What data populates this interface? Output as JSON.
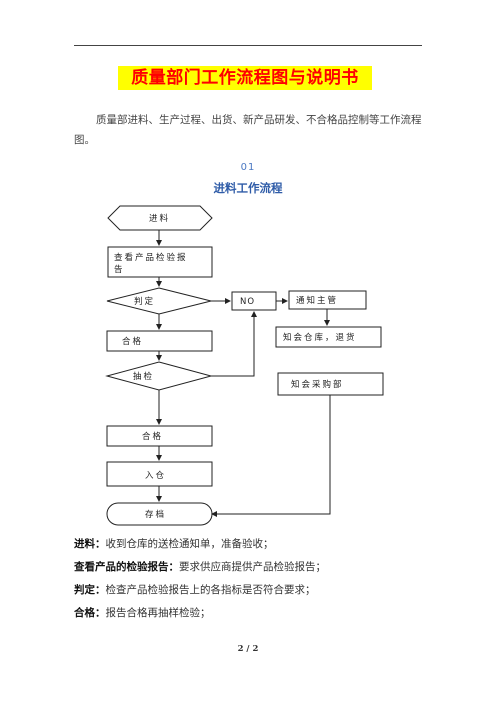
{
  "document": {
    "title": "质量部门工作流程图与说明书",
    "intro": "质量部进料、生产过程、出货、新产品研发、不合格品控制等工作流程图。",
    "section_number": "01",
    "section_title": "进料工作流程",
    "page_number": "2 / 2"
  },
  "flowchart": {
    "start": "进料",
    "check_report_line1": "查看产品检验报",
    "check_report_line2": "告",
    "judge": "判定",
    "no_label": "NO",
    "notify_manager": "通知主管",
    "pass1": "合格",
    "notify_warehouse": "知会仓库，退货",
    "sampling": "抽检",
    "notify_purchasing": "知会采购部",
    "pass2": "合格",
    "store": "入仓",
    "archive": "存档"
  },
  "descriptions": [
    {
      "term": "进料：",
      "text": "收到仓库的送检通知单，准备验收；"
    },
    {
      "term": "查看产品的检验报告：",
      "text": "要求供应商提供产品检验报告；"
    },
    {
      "term": "判定：",
      "text": "检查产品检验报告上的各指标是否符合要求；"
    },
    {
      "term": "合格：",
      "text": "报告合格再抽样检验；"
    }
  ]
}
